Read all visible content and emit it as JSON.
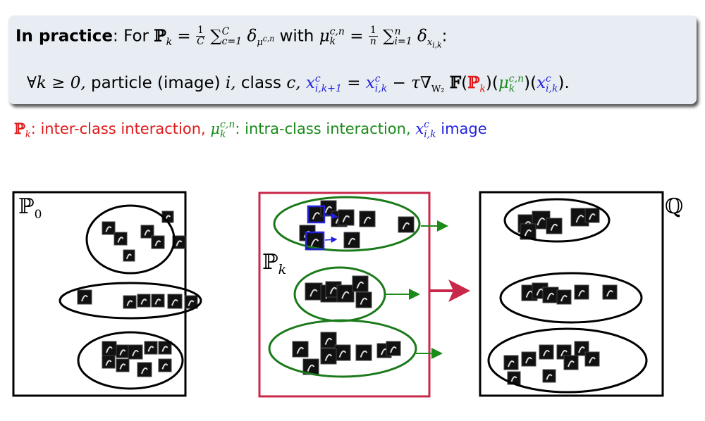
{
  "block": {
    "bold": "In practice",
    "line1_text": [
      ": For ",
      "with ",
      ":"
    ],
    "line2_text": [
      "particle (image) ",
      "class "
    ],
    "P": "ℙ",
    "k": "k",
    "one": "1",
    "C": "C",
    "n": "n",
    "sum": "∑",
    "delta": "δ",
    "mu": "μ",
    "x": "x",
    "c": "c",
    "cn": "c,n",
    "c1": "c=1",
    "i1": "i=1",
    "ik": "i,k",
    "ik1": "i,k+1",
    "eq": "=",
    "forall": "∀k ≥ 0,",
    "i_comma": "i,",
    "c_comma": "c,",
    "minus_tau": "− τ∇",
    "w": "W",
    "w2": "W₂",
    "F": "𝔽",
    "dot": "."
  },
  "legend": {
    "inter": "inter-class interaction,",
    "intra": "intra-class interaction,",
    "image": "image"
  },
  "diagram": {
    "p0": "ℙ",
    "p0_sub": "0",
    "pk": "ℙ",
    "pk_sub": "k",
    "q": "ℚ"
  },
  "colors": {
    "inter": "#e01818",
    "intra": "#1a8a1a",
    "image": "#2222dd",
    "box_k": "#c8284a"
  }
}
